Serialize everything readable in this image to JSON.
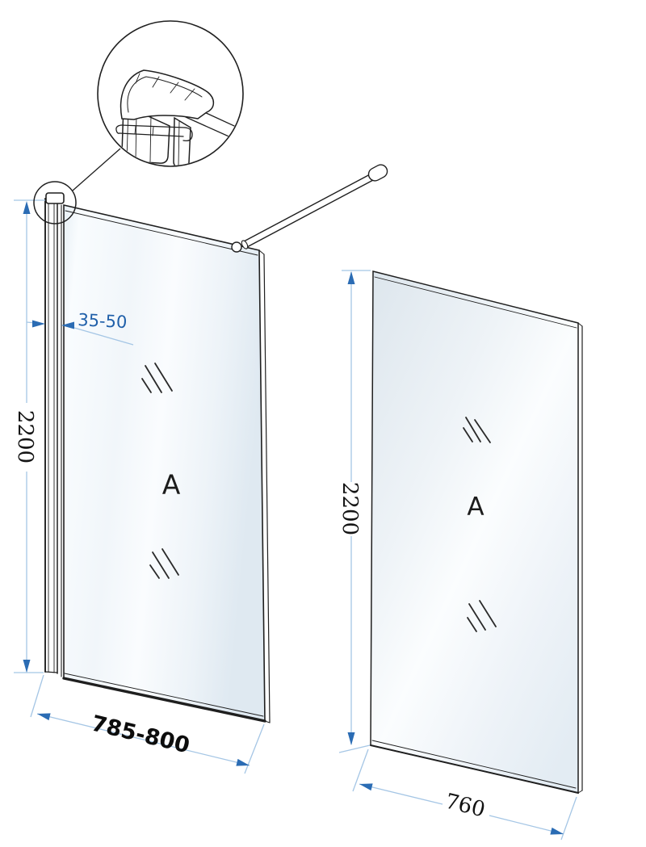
{
  "drawing": {
    "type": "technical installation diagram",
    "subject": "walk-in shower glass screen with wall profile and support bar",
    "labels": {
      "panel_left": "A",
      "panel_right": "A"
    },
    "dimensions": {
      "left_height": "2200",
      "left_width": "785-800",
      "profile_adjustment": "35-50",
      "right_height": "2200",
      "right_width": "760"
    },
    "colors": {
      "outline": "#1f1f1f",
      "dim_line": "#a5c6e5",
      "dim_accent": "#2b6cb4",
      "dim_text_black": "#121212",
      "dim_text_blue": "#1f5fa9"
    }
  }
}
